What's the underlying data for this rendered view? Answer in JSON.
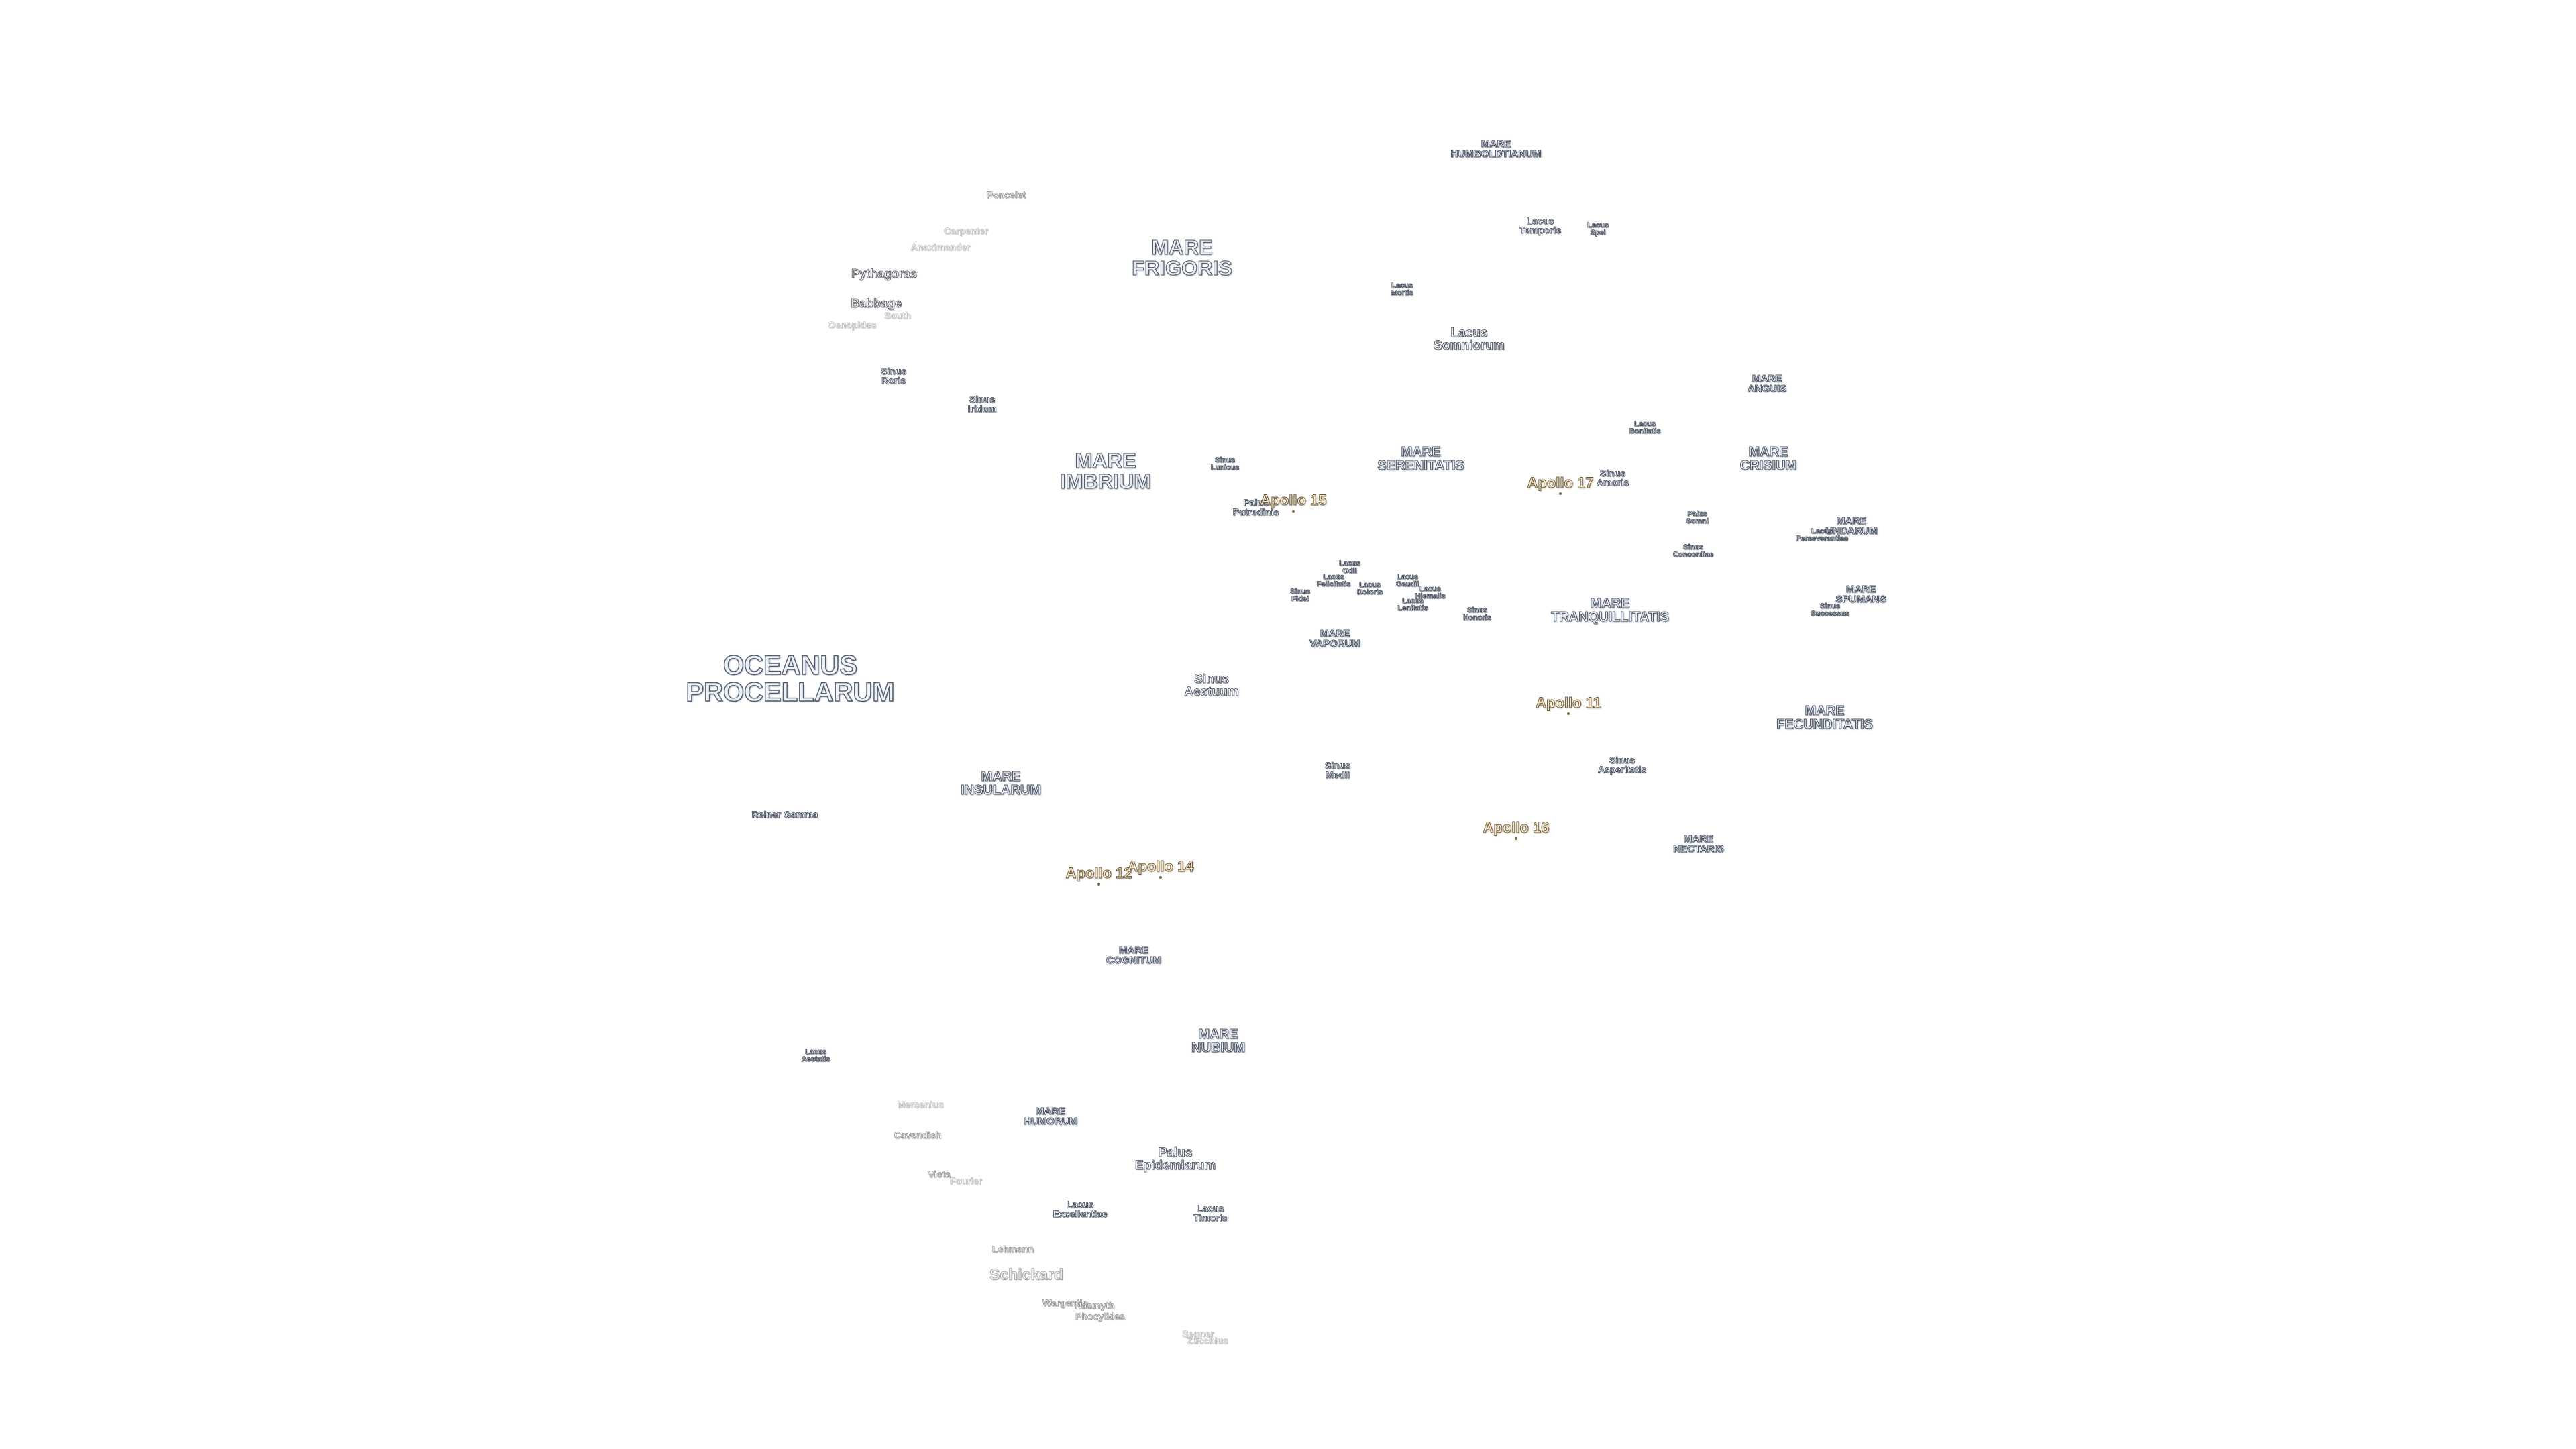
{
  "map": {
    "maria": [
      {
        "name": "MARE\nHUMBOLDTIANUM",
        "size": "s"
      },
      {
        "name": "MARE\nFRIGORIS",
        "size": "l"
      },
      {
        "name": "MARE\nIMBRIUM",
        "size": "l"
      },
      {
        "name": "MARE\nSERENITATIS",
        "size": "m"
      },
      {
        "name": "MARE\nCRISIUM",
        "size": "m"
      },
      {
        "name": "MARE\nANGUIS",
        "size": "s"
      },
      {
        "name": "MARE\nUNDARUM",
        "size": "s"
      },
      {
        "name": "MARE\nSPUMANS",
        "size": "s"
      },
      {
        "name": "MARE\nTRANQUILLITATIS",
        "size": "m"
      },
      {
        "name": "MARE\nVAPORUM",
        "size": "s"
      },
      {
        "name": "OCEANUS\nPROCELLARUM",
        "size": "xl"
      },
      {
        "name": "MARE\nFECUNDITATIS",
        "size": "m"
      },
      {
        "name": "MARE\nINSULARUM",
        "size": "m"
      },
      {
        "name": "MARE\nNECTARIS",
        "size": "s"
      },
      {
        "name": "MARE\nCOGNITUM",
        "size": "s"
      },
      {
        "name": "MARE\nNUBIUM",
        "size": "m"
      },
      {
        "name": "MARE\nHUMORUM",
        "size": "s"
      }
    ],
    "features": [
      {
        "name": "Lacus\nTemporis",
        "size": "s"
      },
      {
        "name": "Lacus\nSpei",
        "size": "xs"
      },
      {
        "name": "Lacus\nMortis",
        "size": "xs"
      },
      {
        "name": "Lacus\nSomniorum",
        "size": "m"
      },
      {
        "name": "Sinus\nRoris",
        "size": "s"
      },
      {
        "name": "Sinus\nIridum",
        "size": "s"
      },
      {
        "name": "Lacus\nBonitatis",
        "size": "xs"
      },
      {
        "name": "Sinus\nLunicus",
        "size": "xs"
      },
      {
        "name": "Palus\nPutredinis",
        "size": "s"
      },
      {
        "name": "Sinus\nAmoris",
        "size": "s"
      },
      {
        "name": "Palus\nSomni",
        "size": "xs"
      },
      {
        "name": "Lacus\nPerseverantiae",
        "size": "xs"
      },
      {
        "name": "Sinus\nConcordiae",
        "size": "xs"
      },
      {
        "name": "Lacus\nOdii",
        "size": "xs"
      },
      {
        "name": "Lacus\nFelicitatis",
        "size": "xs"
      },
      {
        "name": "Lacus\nDoloris",
        "size": "xs"
      },
      {
        "name": "Lacus\nGaudii",
        "size": "xs"
      },
      {
        "name": "Lacus\nHiemalis",
        "size": "xs"
      },
      {
        "name": "Lacus\nLenitatis",
        "size": "xs"
      },
      {
        "name": "Sinus\nFidei",
        "size": "xs"
      },
      {
        "name": "Sinus\nHonoris",
        "size": "xs"
      },
      {
        "name": "Sinus\nSuccessus",
        "size": "xs"
      },
      {
        "name": "Sinus\nAestuum",
        "size": "m"
      },
      {
        "name": "Sinus\nMedii",
        "size": "s"
      },
      {
        "name": "Sinus\nAsperitatis",
        "size": "s"
      },
      {
        "name": "Reiner Gamma",
        "size": "s"
      },
      {
        "name": "Lacus\nAestatis",
        "size": "xs"
      },
      {
        "name": "Palus\nEpidemiarum",
        "size": "m"
      },
      {
        "name": "Lacus\nExcellentiae",
        "size": "s"
      },
      {
        "name": "Lacus\nTimoris",
        "size": "s"
      }
    ],
    "craters": [
      {
        "name": "Poncelet",
        "style": "s"
      },
      {
        "name": "Carpenter",
        "style": "faint"
      },
      {
        "name": "Anaximander",
        "style": "faint"
      },
      {
        "name": "Pythagoras",
        "style": "m"
      },
      {
        "name": "Babbage",
        "style": "m"
      },
      {
        "name": "South",
        "style": "faint"
      },
      {
        "name": "Oenopides",
        "style": "faint"
      },
      {
        "name": "Mersenius",
        "style": "faint"
      },
      {
        "name": "Cavendish",
        "style": "s"
      },
      {
        "name": "Vieta",
        "style": "s"
      },
      {
        "name": "Fourier",
        "style": "faint"
      },
      {
        "name": "Lehmann",
        "style": "s"
      },
      {
        "name": "Schickard",
        "style": "l"
      },
      {
        "name": "Wargentin",
        "style": "s"
      },
      {
        "name": "Nasmyth",
        "style": "s"
      },
      {
        "name": "Phocylides",
        "style": "s"
      },
      {
        "name": "Segner",
        "style": "faint"
      },
      {
        "name": "Zucchius",
        "style": "faint"
      }
    ],
    "apollo_sites": [
      {
        "name": "Apollo 15"
      },
      {
        "name": "Apollo 17"
      },
      {
        "name": "Apollo 11"
      },
      {
        "name": "Apollo 16"
      },
      {
        "name": "Apollo 12"
      },
      {
        "name": "Apollo 14"
      }
    ]
  }
}
